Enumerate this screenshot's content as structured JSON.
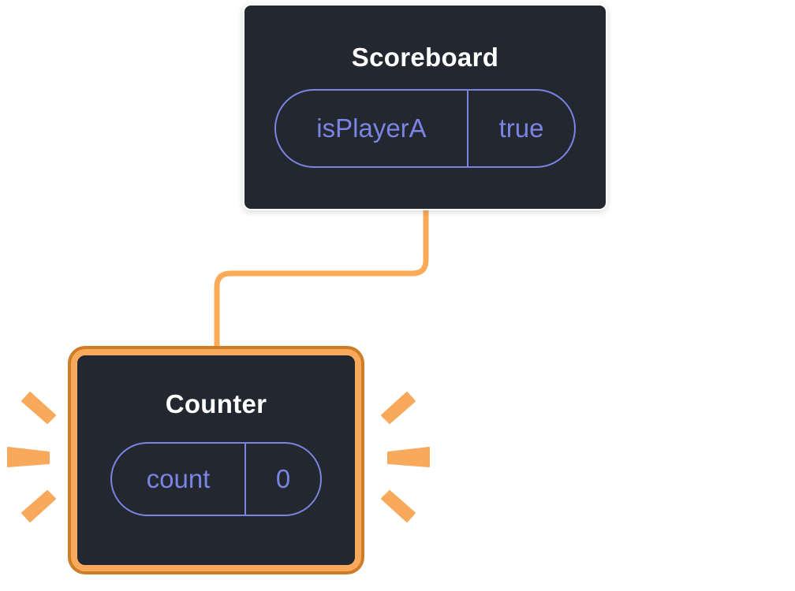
{
  "diagram": {
    "type": "react-component-tree",
    "scoreboard": {
      "title": "Scoreboard",
      "state": {
        "key": "isPlayerA",
        "value": "true"
      }
    },
    "counter": {
      "title": "Counter",
      "state": {
        "key": "count",
        "value": "0"
      },
      "highlighted": true
    },
    "colors": {
      "background": "#ffffff",
      "box_bg": "#23272f",
      "title_text": "#ffffff",
      "state_purple": "#7b83e3",
      "connector_orange": "#fbab58",
      "highlight_orange": "#f9a95c",
      "highlight_outline": "#cf7c28"
    }
  }
}
